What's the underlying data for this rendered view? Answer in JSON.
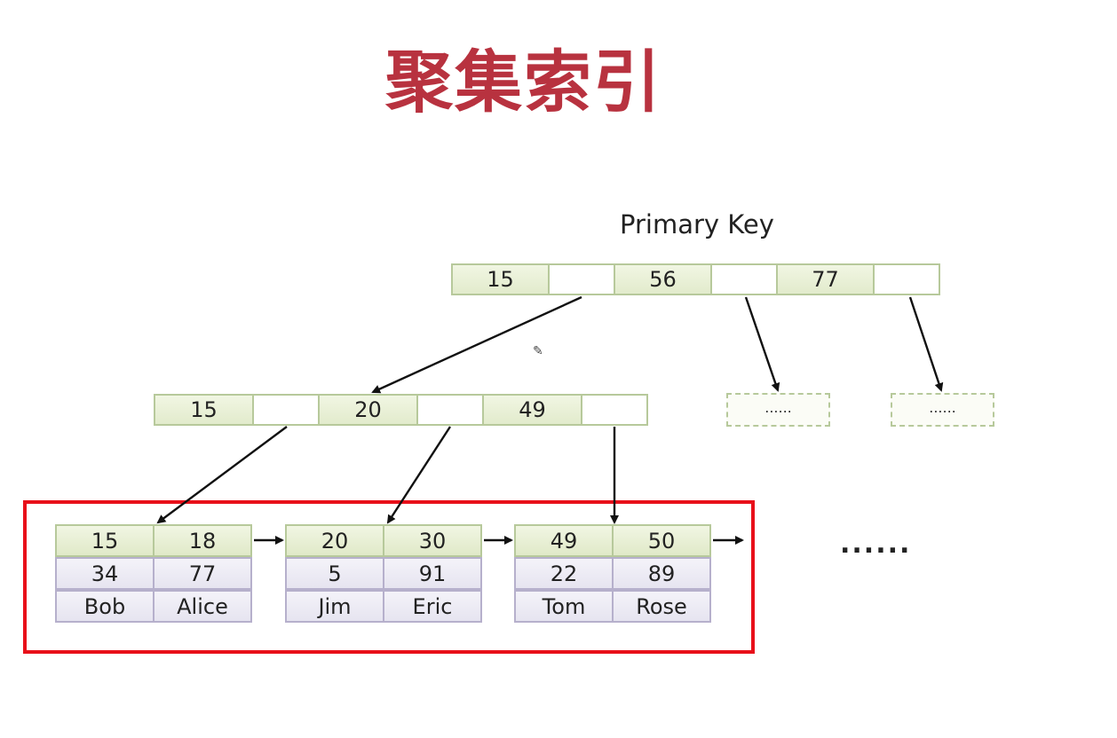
{
  "title": "聚集索引",
  "pk_label": "Primary Key",
  "root": [
    "15",
    "",
    "56",
    "",
    "77",
    ""
  ],
  "internal": [
    "15",
    "",
    "20",
    "",
    "49",
    ""
  ],
  "placeholder": "......",
  "leaves": [
    {
      "keys": [
        "15",
        "18"
      ],
      "vals": [
        "34",
        "77"
      ],
      "names": [
        "Bob",
        "Alice"
      ]
    },
    {
      "keys": [
        "20",
        "30"
      ],
      "vals": [
        "5",
        "91"
      ],
      "names": [
        "Jim",
        "Eric"
      ]
    },
    {
      "keys": [
        "49",
        "50"
      ],
      "vals": [
        "22",
        "89"
      ],
      "names": [
        "Tom",
        "Rose"
      ]
    }
  ],
  "more": "......",
  "colors": {
    "title": "#b8323f",
    "highlight": "#e8101a",
    "key_border": "#b7c99b",
    "leaf_border": "#b6b0cc"
  }
}
